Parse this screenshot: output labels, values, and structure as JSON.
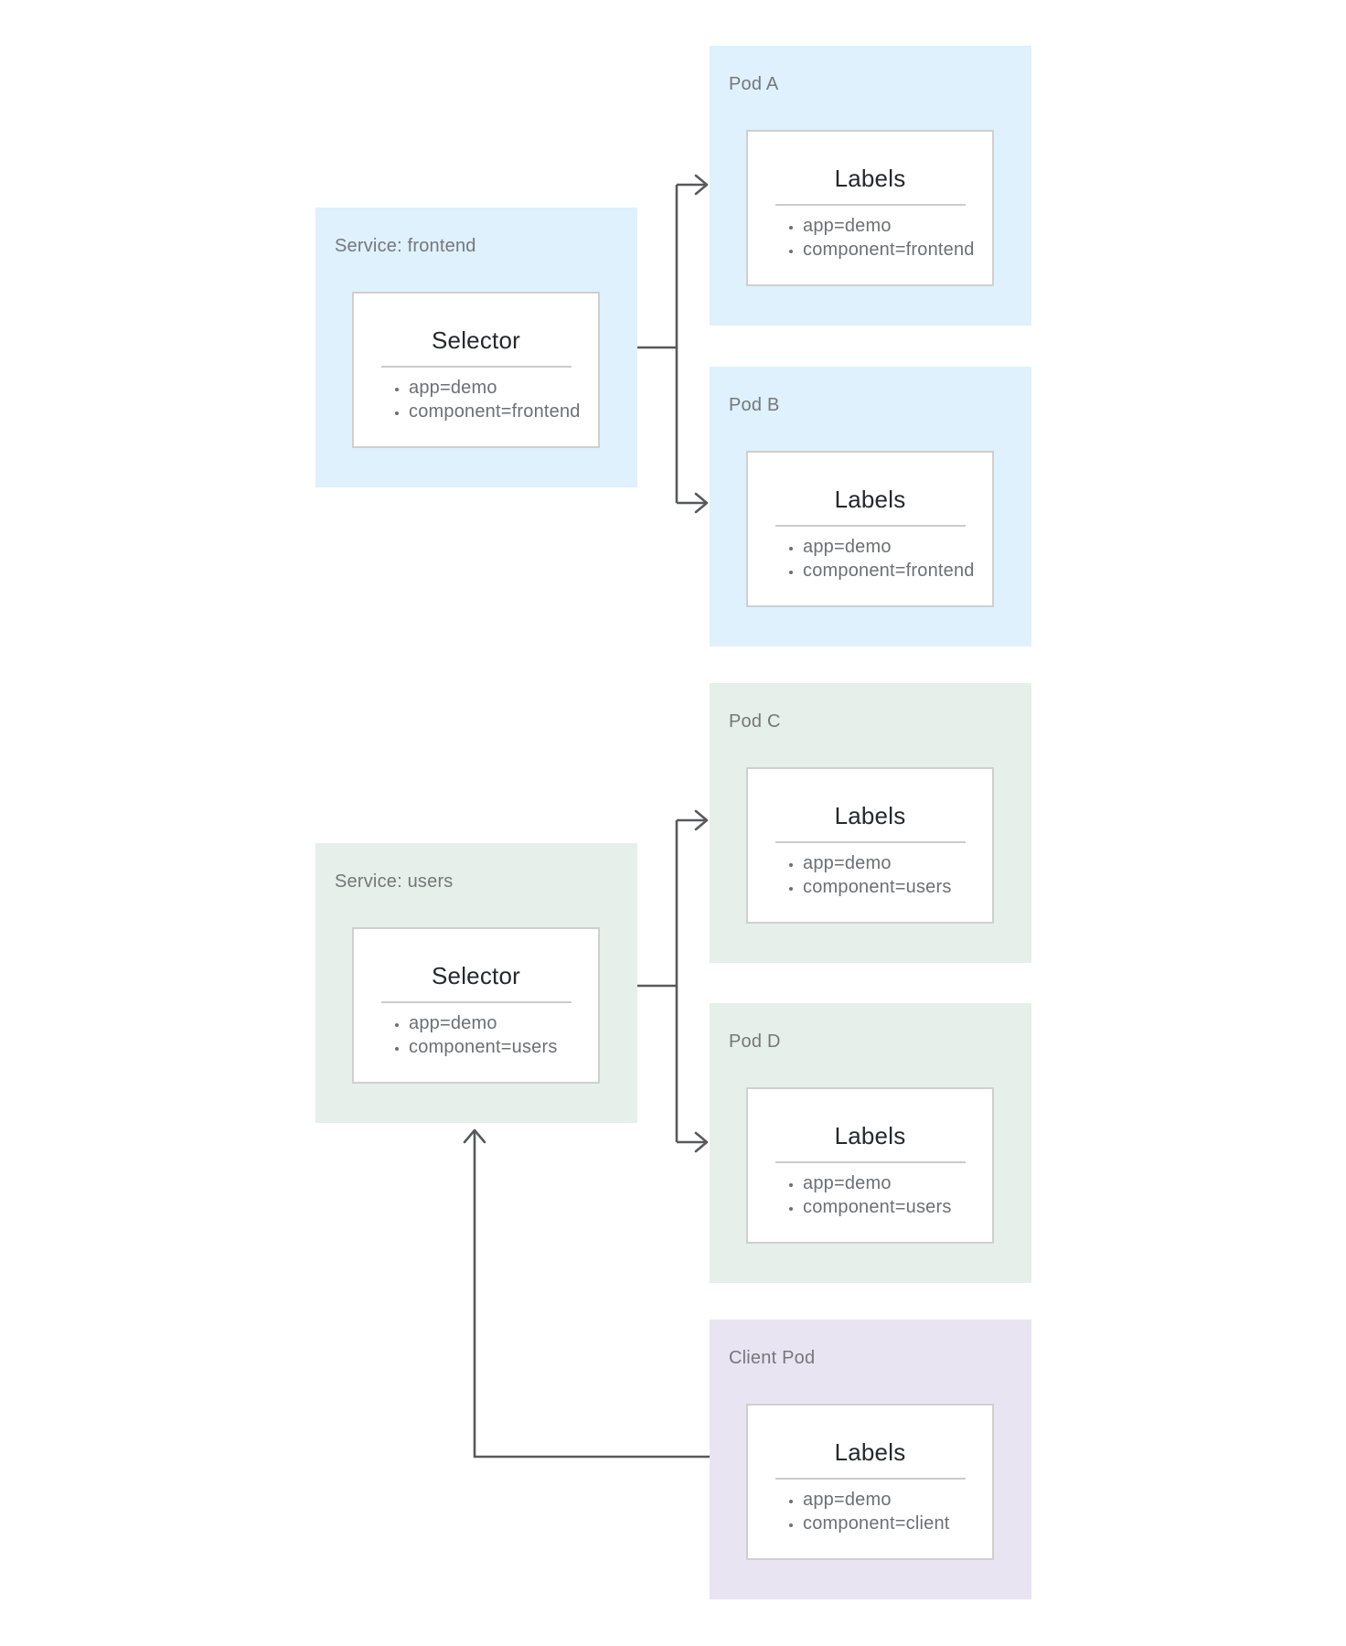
{
  "diagram": {
    "groups": [
      {
        "id": "service-frontend",
        "label": "Service: frontend",
        "card_title": "Selector",
        "items": [
          "app=demo",
          "component=frontend"
        ],
        "color": "#def1fc"
      },
      {
        "id": "pod-a",
        "label": "Pod A",
        "card_title": "Labels",
        "items": [
          "app=demo",
          "component=frontend"
        ],
        "color": "#def1fc"
      },
      {
        "id": "pod-b",
        "label": "Pod B",
        "card_title": "Labels",
        "items": [
          "app=demo",
          "component=frontend"
        ],
        "color": "#def1fc"
      },
      {
        "id": "pod-c",
        "label": "Pod C",
        "card_title": "Labels",
        "items": [
          "app=demo",
          "component=users"
        ],
        "color": "#e6efe9"
      },
      {
        "id": "service-users",
        "label": "Service: users",
        "card_title": "Selector",
        "items": [
          "app=demo",
          "component=users"
        ],
        "color": "#e6efe9"
      },
      {
        "id": "pod-d",
        "label": "Pod D",
        "card_title": "Labels",
        "items": [
          "app=demo",
          "component=users"
        ],
        "color": "#e6efe9"
      },
      {
        "id": "client-pod",
        "label": "Client Pod",
        "card_title": "Labels",
        "items": [
          "app=demo",
          "component=client"
        ],
        "color": "#e9e4f2"
      }
    ],
    "edges": [
      {
        "from": "service-frontend",
        "to": "pod-a"
      },
      {
        "from": "service-frontend",
        "to": "pod-b"
      },
      {
        "from": "service-users",
        "to": "pod-c"
      },
      {
        "from": "service-users",
        "to": "pod-d"
      },
      {
        "from": "client-pod",
        "to": "service-users"
      }
    ],
    "colors": {
      "group_blue": "#def1fc",
      "group_green": "#e6efe9",
      "group_purple": "#e9e4f2",
      "card_bg": "#ffffff",
      "card_border": "#cfcfcf",
      "divider": "#cbcbcb",
      "label_text": "#75777a",
      "title_text": "#26282a",
      "item_text": "#6d6f72",
      "arrow": "#58595b"
    }
  }
}
